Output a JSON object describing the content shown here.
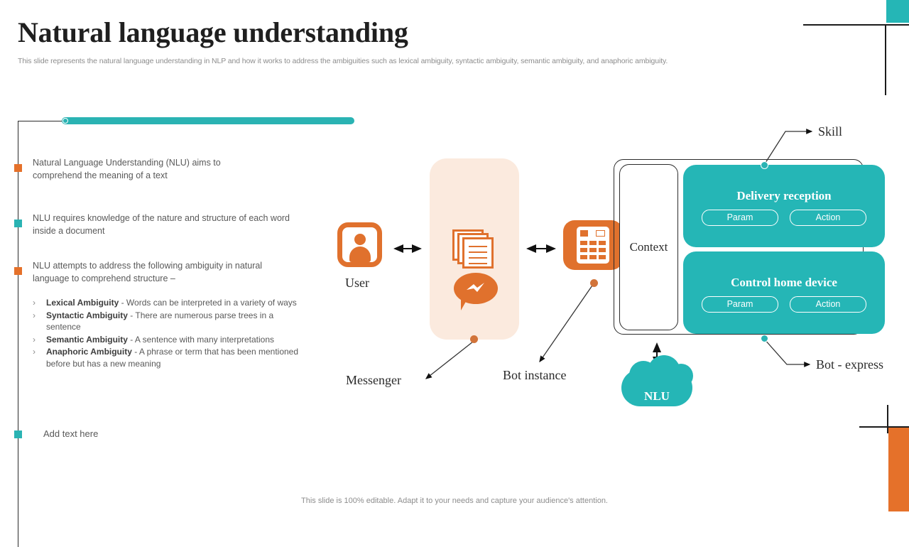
{
  "header": {
    "title": "Natural language understanding",
    "subtitle": "This slide represents the natural language understanding in NLP and how it works to address the ambiguities such as lexical ambiguity, syntactic ambiguity, semantic ambiguity, and anaphoric ambiguity."
  },
  "colors": {
    "teal": "#25b6b6",
    "orange": "#e0712d",
    "peach": "#fbeade",
    "text_gray": "#595959",
    "dark": "#1f1f1f"
  },
  "left_panel": {
    "bullets": [
      {
        "marker": "orange",
        "text": "Natural Language Understanding (NLU) aims to comprehend the meaning of a text"
      },
      {
        "marker": "teal",
        "text": "NLU requires knowledge of the nature and structure of each word inside a document"
      },
      {
        "marker": "orange",
        "text": "NLU attempts to address the following ambiguity in natural language to comprehend structure –"
      }
    ],
    "sub_bullets": [
      {
        "chevron": "›",
        "term": "Lexical Ambiguity",
        "description": " - Words can be interpreted in a variety of ways"
      },
      {
        "chevron": "›",
        "term": "Syntactic Ambiguity",
        "description": " - There are numerous parse trees in a sentence"
      },
      {
        "chevron": "›",
        "term": "Semantic Ambiguity",
        "description": " - A sentence with many interpretations"
      },
      {
        "chevron": "›",
        "term": "Anaphoric Ambiguity",
        "description": " - A phrase or term that has been mentioned before but has a new meaning"
      }
    ],
    "add_text": {
      "marker": "teal",
      "label": "Add text here"
    }
  },
  "diagram": {
    "user_label": "User",
    "messenger_label": "Messenger",
    "bot_instance_label": "Bot instance",
    "context_label": "Context",
    "skill_label": "Skill",
    "bot_express_label": "Bot - express",
    "nlu_label": "NLU",
    "cards": [
      {
        "title": "Delivery reception",
        "pills": [
          "Param",
          "Action"
        ]
      },
      {
        "title": "Control home device",
        "pills": [
          "Param",
          "Action"
        ]
      }
    ]
  },
  "footer": {
    "note": "This slide is 100% editable. Adapt it to your needs and capture your audience's attention."
  }
}
